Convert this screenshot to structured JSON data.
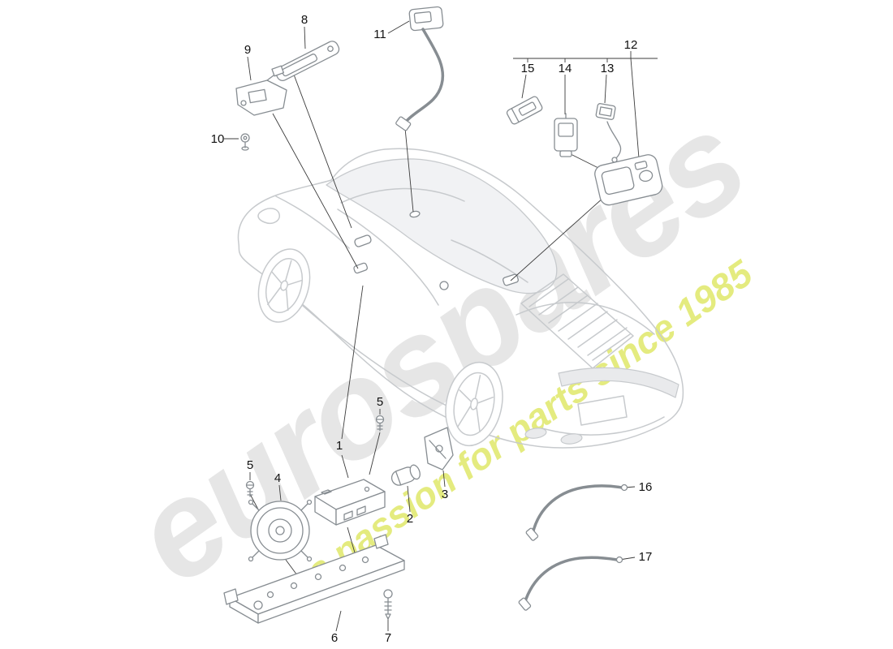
{
  "watermark": {
    "brand": "eurospares",
    "tagline": "a passion for parts since 1985"
  },
  "diagram": {
    "type": "exploded-parts-diagram",
    "subject": "antenna, amplifier and roof-module components on a sports car body",
    "callouts": [
      "1",
      "2",
      "3",
      "4",
      "5",
      "5",
      "6",
      "7",
      "8",
      "9",
      "10",
      "11",
      "12",
      "13",
      "14",
      "15",
      "16",
      "17"
    ]
  },
  "colors": {
    "car_line": "#c7cacd",
    "part_line": "#878d92",
    "leader_line": "#3c3c3c",
    "label_text": "#111111",
    "watermark_brand": "#d7d7d7",
    "watermark_tagline": "#d3de2b"
  }
}
